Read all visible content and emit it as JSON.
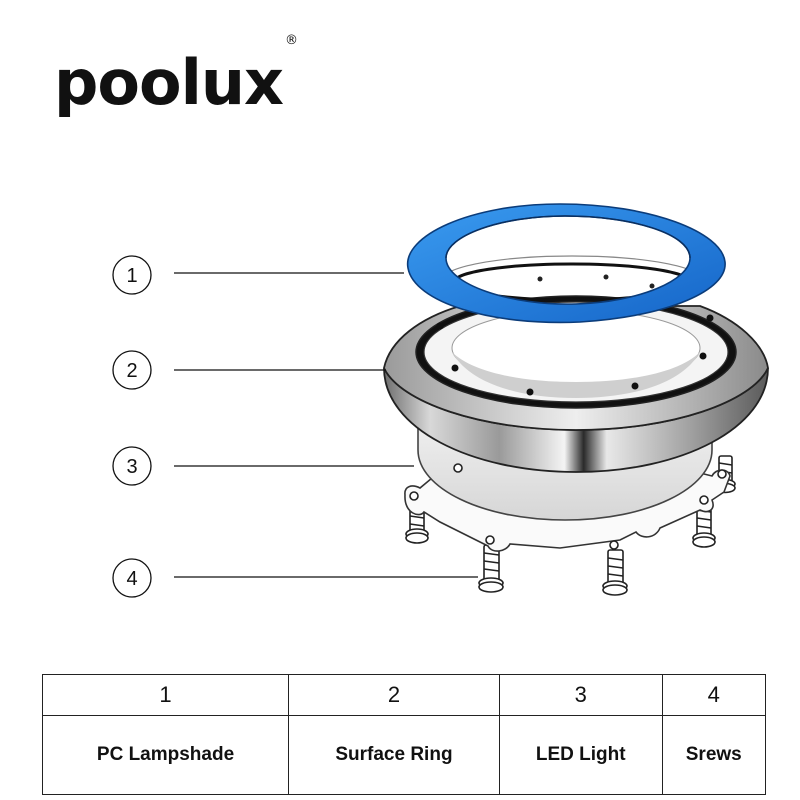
{
  "brand": {
    "name": "poolux",
    "mark": "®"
  },
  "callouts": [
    "1",
    "2",
    "3",
    "4"
  ],
  "parts": [
    {
      "num": "1",
      "name": "PC Lampshade"
    },
    {
      "num": "2",
      "name": "Surface Ring"
    },
    {
      "num": "3",
      "name": "LED Light"
    },
    {
      "num": "4",
      "name": "Srews"
    }
  ],
  "colors": {
    "lampshade": "#1e7de0",
    "steel": "#b8b8b8",
    "text": "#111111"
  }
}
